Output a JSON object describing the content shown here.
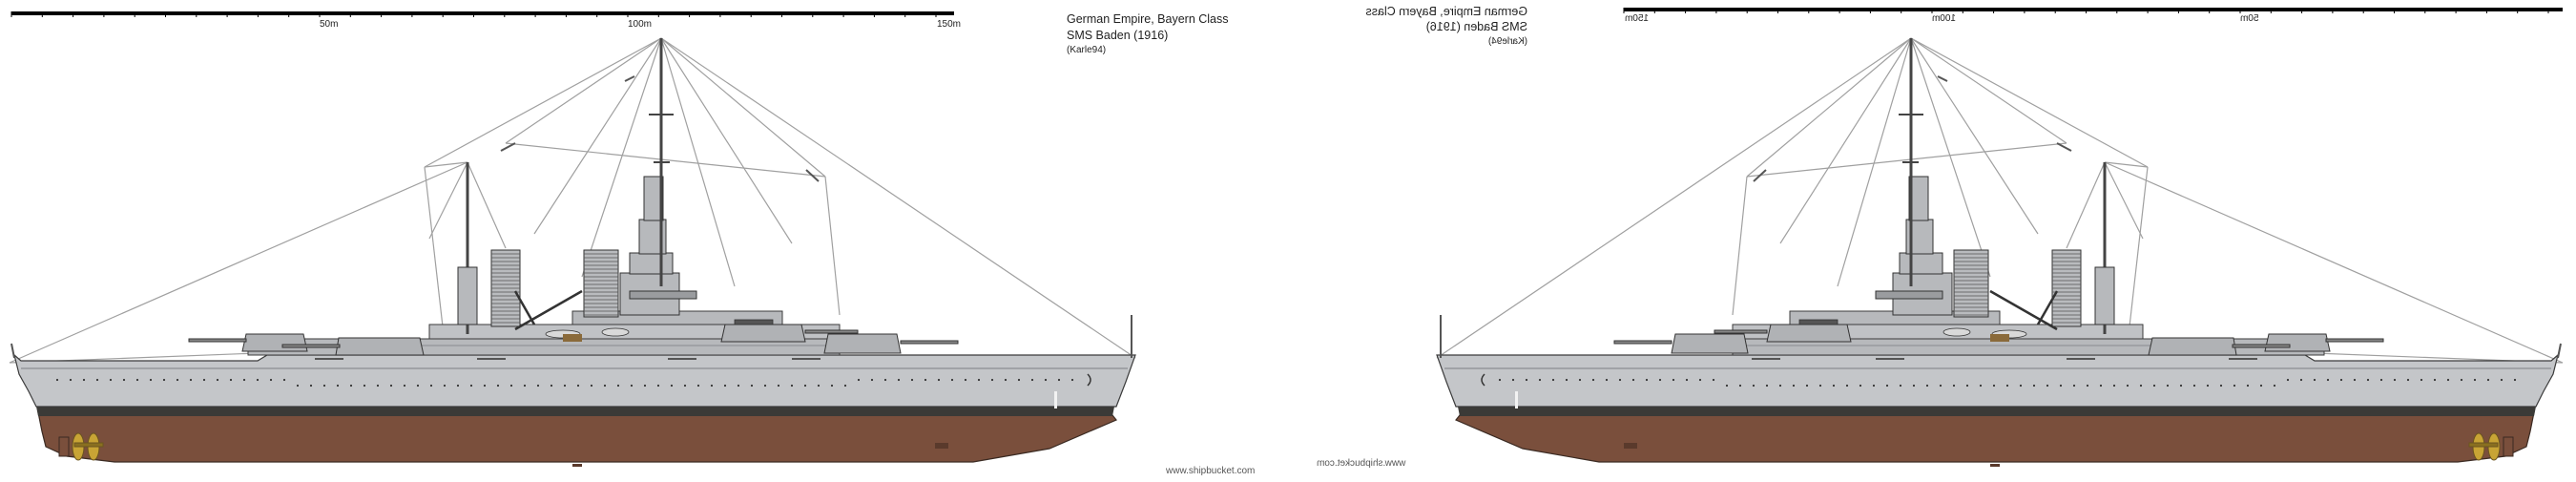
{
  "caption": {
    "line1": "German Empire, Bayern Class",
    "line2": "SMS Baden (1916)",
    "line3": "(Karle94)"
  },
  "scale": {
    "label_50": "50m",
    "label_100": "100m",
    "label_150": "150m"
  },
  "footer": {
    "site": "www.shipbucket.com"
  },
  "colors": {
    "hull_grey": "#c4c6c9",
    "superstructure_grey": "#b7b9bc",
    "deck_grey": "#a7a9ac",
    "boot_topping": "#3b3a37",
    "below_waterline": "#7a4f3c",
    "propeller": "#c8a435",
    "rigging": "#9a9a9a",
    "outline": "#333333"
  },
  "icons": {
    "scale_bar": "scale-bar-icon",
    "ship": "battleship-profile-icon",
    "propeller": "propeller-icon"
  }
}
